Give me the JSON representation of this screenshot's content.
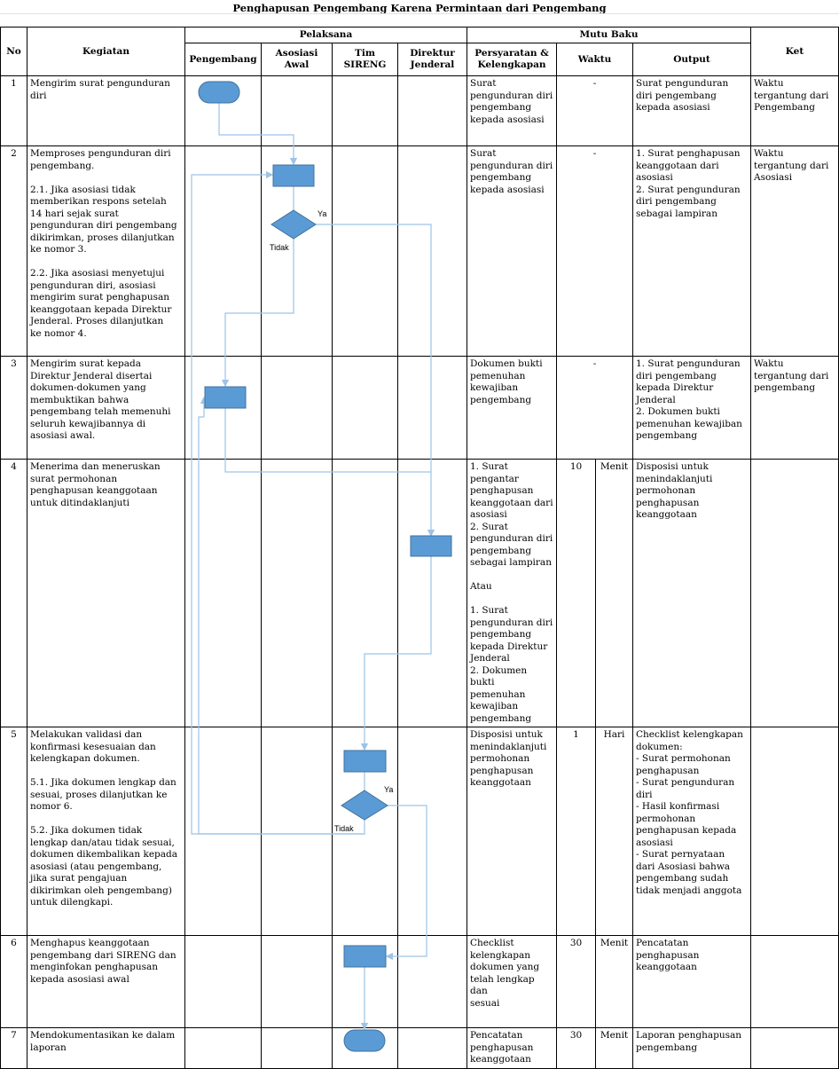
{
  "title": "Penghapusan Pengembang Karena Permintaan dari Pengembang",
  "headers": {
    "no": "No",
    "kegiatan": "Kegiatan",
    "pelaksana": "Pelaksana",
    "mutu_baku": "Mutu Baku",
    "ket": "Ket",
    "pengembang": "Pengembang",
    "asosiasi": "Asosiasi\nAwal",
    "tim": "Tim SIRENG",
    "dirjen": "Direktur\nJenderal",
    "persyaratan": "Persyaratan &\nKelengkapan",
    "waktu": "Waktu",
    "output": "Output"
  },
  "rows": [
    {
      "no": "1",
      "kegiatan": "Mengirim surat pengunduran\ndiri",
      "persyaratan": "Surat\npengunduran diri\npengembang\nkepada asosiasi",
      "waktu": "-",
      "satuan": "",
      "output": "Surat pengunduran\ndiri pengembang\nkepada asosiasi",
      "ket": "Waktu\ntergantung dari\nPengembang"
    },
    {
      "no": "2",
      "kegiatan": "Memproses pengunduran diri\npengembang.\n\n2.1. Jika asosiasi tidak\nmemberikan respons setelah\n14 hari sejak surat\npengunduran diri pengembang\ndikirimkan, proses dilanjutkan\nke nomor 3.\n\n2.2. Jika asosiasi menyetujui\npengunduran diri, asosiasi\nmengirim surat penghapusan\nkeanggotaan kepada Direktur\nJenderal. Proses dilanjutkan\nke nomor 4.",
      "persyaratan": "Surat\npengunduran diri\npengembang\nkepada asosiasi",
      "waktu": "-",
      "satuan": "",
      "output": "1. Surat penghapusan\nkeanggotaan dari\nasosiasi\n2. Surat pengunduran\ndiri pengembang\nsebagai lampiran",
      "ket": "Waktu\ntergantung dari\nAsosiasi"
    },
    {
      "no": "3",
      "kegiatan": "Mengirim surat kepada\nDirektur Jenderal disertai\ndokumen-dokumen yang\nmembuktikan bahwa\npengembang telah memenuhi\nseluruh kewajibannya di\nasosiasi awal.",
      "persyaratan": "Dokumen bukti\npemenuhan\nkewajiban\npengembang",
      "waktu": "-",
      "satuan": "",
      "output": "1. Surat pengunduran\ndiri pengembang\nkepada Direktur\nJenderal\n2. Dokumen bukti\npemenuhan kewajiban\npengembang",
      "ket": "Waktu\ntergantung dari\npengembang"
    },
    {
      "no": "4",
      "kegiatan": "Menerima dan meneruskan\nsurat permohonan\npenghapusan keanggotaan\nuntuk ditindaklanjuti",
      "persyaratan": "1. Surat\npengantar\npenghapusan\nkeanggotaan dari\nasosiasi\n2. Surat\npengunduran diri\npengembang\nsebagai lampiran\n\nAtau\n\n1. Surat\npengunduran diri\npengembang\nkepada Direktur\nJenderal\n2. Dokumen bukti\npemenuhan\nkewajiban\npengembang",
      "waktu": "10",
      "satuan": "Menit",
      "output": "Disposisi untuk\nmenindaklanjuti\npermohonan\npenghapusan\nkeanggotaan",
      "ket": ""
    },
    {
      "no": "5",
      "kegiatan": "Melakukan validasi dan\nkonfirmasi kesesuaian dan\nkelengkapan dokumen.\n\n5.1. Jika dokumen lengkap dan\nsesuai, proses dilanjutkan ke\nnomor 6.\n\n5.2. Jika dokumen tidak\nlengkap dan/atau tidak sesuai,\ndokumen dikembalikan kepada\nasosiasi (atau pengembang,\njika surat pengajuan\ndikirimkan oleh pengembang)\nuntuk dilengkapi.",
      "persyaratan": "Disposisi untuk\nmenindaklanjuti\npermohonan\npenghapusan\nkeanggotaan",
      "waktu": "1",
      "satuan": "Hari",
      "output": "Checklist kelengkapan\ndokumen:\n- Surat permohonan\npenghapusan\n- Surat pengunduran\ndiri\n- Hasil konfirmasi\npermohonan\npenghapusan kepada\nasosiasi\n- Surat pernyataan\ndari Asosiasi bahwa\npengembang sudah\ntidak menjadi anggota",
      "ket": ""
    },
    {
      "no": "6",
      "kegiatan": "Menghapus keanggotaan\npengembang dari SIRENG dan\nmenginfokan penghapusan\nkepada asosiasi awal",
      "persyaratan": "Checklist\nkelengkapan\ndokumen yang\ntelah lengkap dan\nsesuai",
      "waktu": "30",
      "satuan": "Menit",
      "output": "Pencatatan\npenghapusan\nkeanggotaan",
      "ket": ""
    },
    {
      "no": "7",
      "kegiatan": "Mendokumentasikan ke dalam\nlaporan",
      "persyaratan": "Pencatatan\npenghapusan\nkeanggotaan",
      "waktu": "30",
      "satuan": "Menit",
      "output": "Laporan penghapusan\npengembang",
      "ket": ""
    }
  ],
  "flow_labels": {
    "ya": "Ya",
    "tidak": "Tidak"
  },
  "colors": {
    "shape_fill": "#5b9bd5",
    "shape_stroke": "#41719c",
    "connector": "#9dc3e6"
  }
}
